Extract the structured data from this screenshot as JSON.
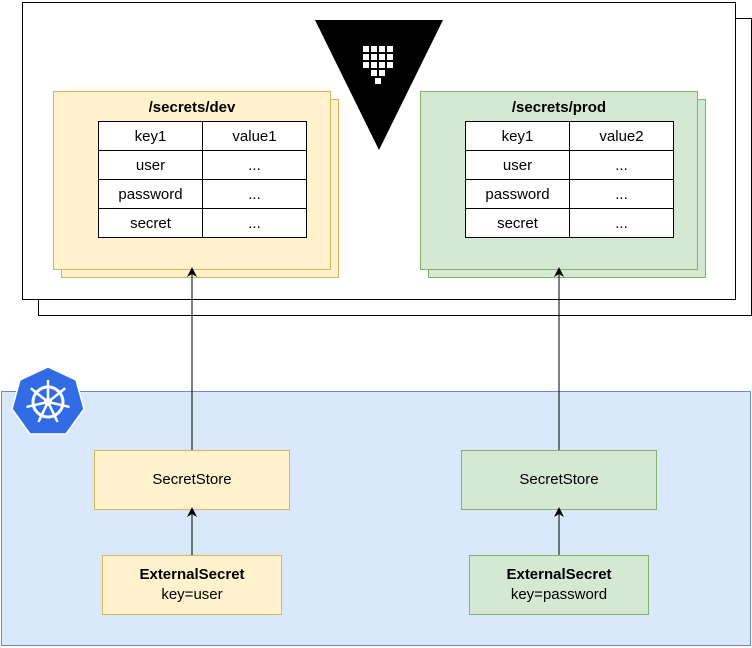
{
  "vault": {
    "logo_icon": "vault-logo-icon",
    "dev": {
      "title": "/secrets/dev",
      "rows": [
        [
          "key1",
          "value1"
        ],
        [
          "user",
          "..."
        ],
        [
          "password",
          "..."
        ],
        [
          "secret",
          "..."
        ]
      ]
    },
    "prod": {
      "title": "/secrets/prod",
      "rows": [
        [
          "key1",
          "value2"
        ],
        [
          "user",
          "..."
        ],
        [
          "password",
          "..."
        ],
        [
          "secret",
          "..."
        ]
      ]
    }
  },
  "kubernetes": {
    "logo_icon": "kubernetes-helm-icon",
    "left": {
      "secret_store": "SecretStore",
      "external_secret_title": "ExternalSecret",
      "external_secret_key": "key=user"
    },
    "right": {
      "secret_store": "SecretStore",
      "external_secret_title": "ExternalSecret",
      "external_secret_key": "key=password"
    }
  },
  "colors": {
    "yellow_fill": "#fff2cc",
    "yellow_stroke": "#d6b656",
    "green_fill": "#d5e8d4",
    "green_stroke": "#82b366",
    "k8s_fill": "#dae8fc",
    "k8s_stroke": "#6c8ebf",
    "k8s_logo": "#326ce5"
  }
}
